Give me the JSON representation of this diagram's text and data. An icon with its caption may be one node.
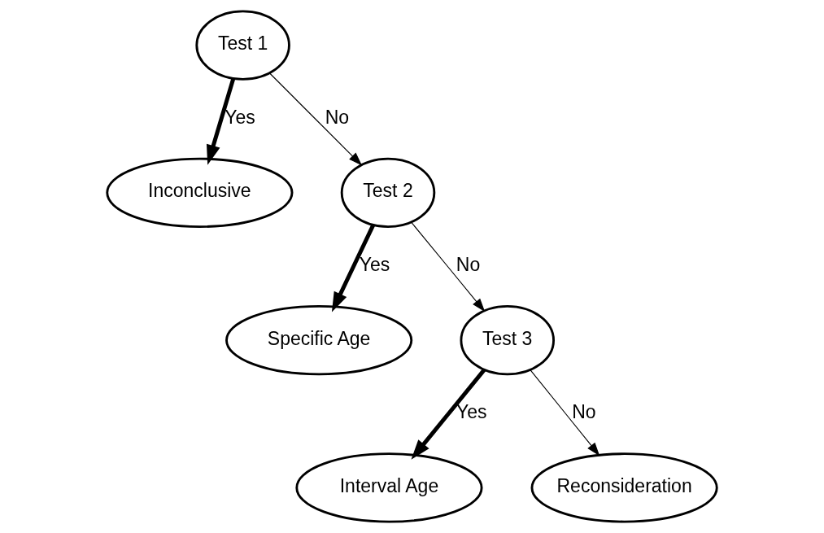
{
  "diagram": {
    "nodes": [
      {
        "text": [
          "Test 1"
        ]
      },
      {
        "text": [
          "Inconclusive"
        ]
      },
      {
        "text": [
          "Test 2"
        ]
      },
      {
        "text": [
          "Specific Age"
        ]
      },
      {
        "text": [
          "Test 3"
        ]
      },
      {
        "text": [
          "Interval Age"
        ]
      },
      {
        "text": [
          "Reconsideration"
        ]
      }
    ],
    "edges": [
      {
        "from": 0,
        "to": 1,
        "arrow": "to",
        "label": "Yes",
        "style": "thick"
      },
      {
        "from": 0,
        "to": 2,
        "arrow": "to",
        "label": "No"
      },
      {
        "from": 2,
        "to": 3,
        "arrow": "to",
        "label": "Yes",
        "style": "thick"
      },
      {
        "from": 2,
        "to": 4,
        "arrow": "to",
        "label": "No"
      },
      {
        "from": 4,
        "to": 5,
        "arrow": "to",
        "label": "Yes",
        "style": "thick"
      },
      {
        "from": 4,
        "to": 6,
        "arrow": "to",
        "label": "No"
      }
    ]
  }
}
